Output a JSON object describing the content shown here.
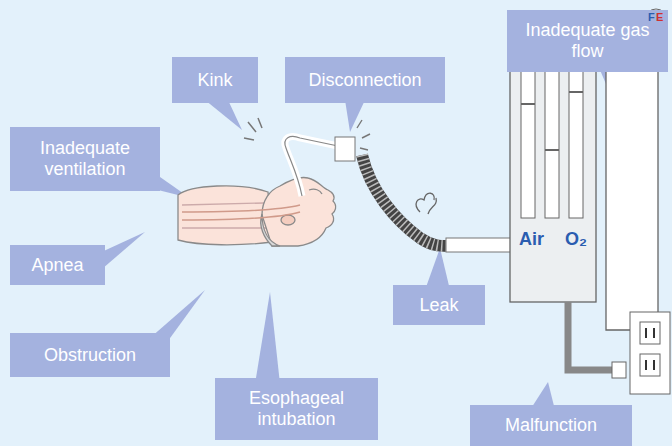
{
  "diagram": {
    "nodes": [
      {
        "text": [
          "Kink"
        ]
      },
      {
        "text": [
          "Disconnection"
        ]
      },
      {
        "text": [
          "Inadequate gas flow"
        ]
      },
      {
        "text": [
          "Inadequate ventilation"
        ]
      },
      {
        "text": [
          "Apnea"
        ]
      },
      {
        "text": [
          "Leak"
        ]
      },
      {
        "text": [
          "Obstruction"
        ]
      },
      {
        "text": [
          "Esophageal intubation"
        ]
      },
      {
        "text": [
          "Malfunction"
        ]
      }
    ],
    "labels": [
      "Air",
      "O₂",
      "F",
      "E"
    ]
  }
}
